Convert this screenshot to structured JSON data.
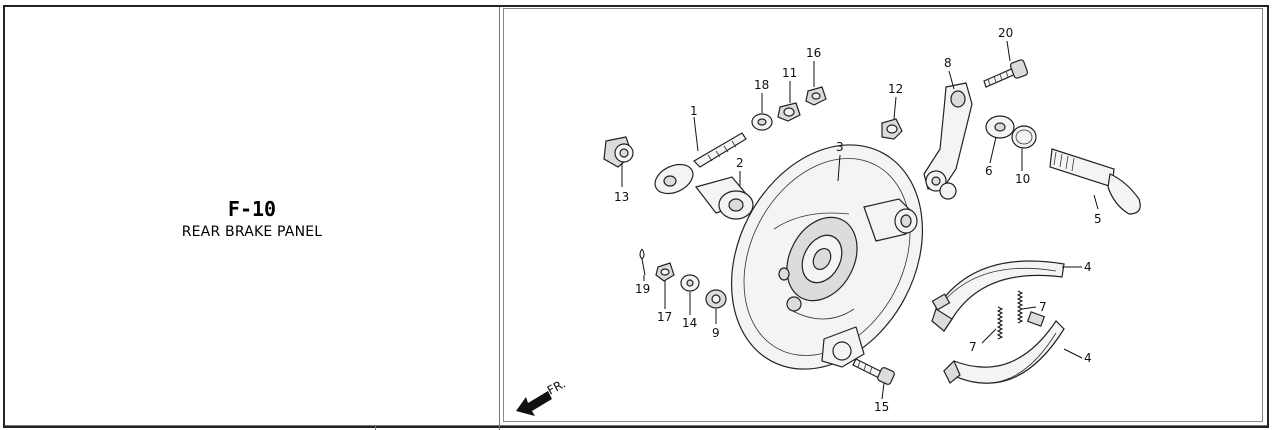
{
  "section": {
    "code": "F-10",
    "title": "REAR BRAKE PANEL"
  },
  "diagram": {
    "direction_label": "FR.",
    "callouts": [
      "1",
      "2",
      "3",
      "4",
      "4",
      "5",
      "6",
      "7",
      "7",
      "8",
      "9",
      "10",
      "11",
      "12",
      "13",
      "14",
      "15",
      "16",
      "17",
      "18",
      "19",
      "20"
    ]
  }
}
